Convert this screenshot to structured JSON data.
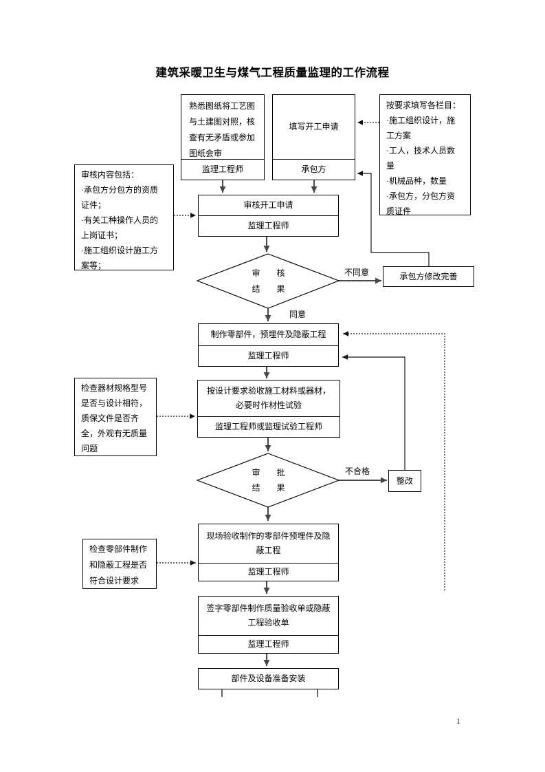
{
  "page": {
    "title": "建筑采暖卫生与煤气工程质量监理的工作流程",
    "page_number": "1"
  },
  "flow": {
    "prepare": {
      "body": "熟悉图纸将工艺图\n与土建图对照，核\n查有无矛盾或参加\n图纸会审",
      "role": "监理工程师"
    },
    "apply": {
      "body": "填写开工申请",
      "role": "承包方"
    },
    "review_application": {
      "body": "审核开工申请",
      "role": "监理工程师"
    },
    "review_decision": {
      "text": "审　　核\n结　　果"
    },
    "revise": {
      "body": "承包方修改完善"
    },
    "fabricate": {
      "body": "制作零部件，预埋件及隐蔽工程",
      "role": "监理工程师"
    },
    "material_acceptance": {
      "body": "按设计要求验收施工材料或器材，\n必要时作材性试验",
      "role": "监理工程师或监理试验工程师"
    },
    "approval_decision": {
      "text": "审　　批\n结　　果"
    },
    "rectify": {
      "body": "整改"
    },
    "site_acceptance": {
      "body": "现场验收制作的零部件预埋件及隐\n蔽工程",
      "role": "监理工程师"
    },
    "sign_acceptance": {
      "body": "签字零部件制作质量验收单或隐蔽\n工程验收单",
      "role": "监理工程师"
    },
    "prepare_install": {
      "body": "部件及设备准备安装"
    }
  },
  "labels": {
    "agree": "同意",
    "disagree": "不同意",
    "unqualified": "不合格"
  },
  "annotations": {
    "review_content": "审核内容包括：\n·承包方分包方的资质\n证件；\n·有关工种操作人员的\n上岗证书；\n·施工组织设计施工方\n案等；",
    "fill_requirements": "按要求填写各栏目：\n·施工组织设计，施\n工方案\n·工人，技术人员数\n量\n·机械品种，数量\n·承包方，分包方资\n质证件",
    "material_check": "检查器材规格型号\n是否与设计相符，\n质保文件是否齐\n全，外观有无质量\n问题",
    "parts_check": "检查零部件制作\n和隐蔽工程是否\n符合设计要求"
  },
  "colors": {
    "background": "#ffffff",
    "border": "#000000",
    "text": "#000000",
    "flow_arrow": "#474747",
    "connector": "#111111"
  }
}
